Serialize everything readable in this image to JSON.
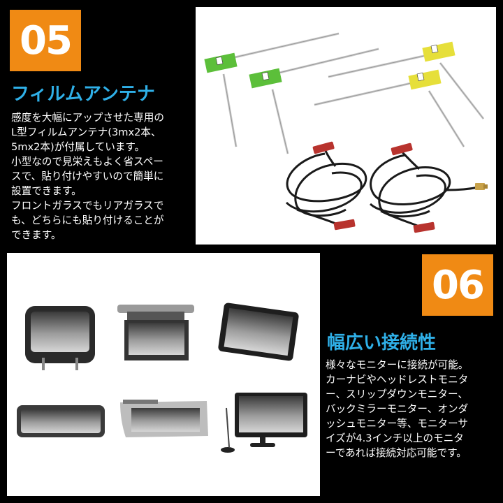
{
  "section05": {
    "number": "05",
    "heading": "フィルムアンテナ",
    "lines": [
      "感度を大幅にアップさせた専用の",
      "L型フィルムアンテナ(3mx2本、",
      "5mx2本)が付属しています。",
      "小型なので見栄えもよく省スペー",
      "スで、貼り付けやすいので簡単に",
      "設置できます。",
      "フロントガラスでもリアガラスで",
      "も、どちらにも貼り付けることが",
      "できます。"
    ]
  },
  "section06": {
    "number": "06",
    "heading": "幅広い接続性",
    "lines": [
      "様々なモニターに接続が可能。",
      "カーナビやヘッドレストモニタ",
      "ー、スリップダウンモニター、",
      "バックミラーモニター、オンダ",
      "ッシュモニター等、モニターサ",
      "イズが4.3インチ以上のモニタ",
      "ーであれば接続対応可能です。"
    ]
  },
  "colors": {
    "accent_orange": "#f08a14",
    "heading_blue": "#2fb0e8",
    "antenna_green": "#5cbf3a",
    "antenna_yellow": "#e6df3a",
    "connector_red": "#b8332e"
  }
}
